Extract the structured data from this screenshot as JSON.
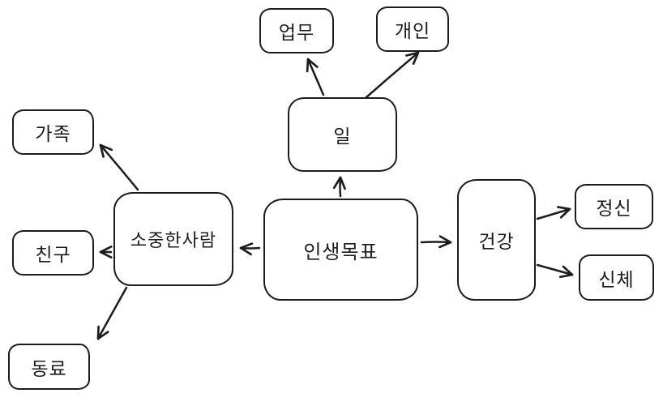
{
  "diagram": {
    "title": "mind-map",
    "colors": {
      "stroke": "#1c1c1c",
      "background": "#ffffff"
    },
    "nodes": {
      "center": {
        "label": "인생목표"
      },
      "work": {
        "label": "일"
      },
      "task": {
        "label": "업무"
      },
      "personal": {
        "label": "개인"
      },
      "people": {
        "label": "소중한사람"
      },
      "family": {
        "label": "가족"
      },
      "friend": {
        "label": "친구"
      },
      "colleague": {
        "label": "동료"
      },
      "health": {
        "label": "건강"
      },
      "mind": {
        "label": "정신"
      },
      "body": {
        "label": "신체"
      }
    },
    "edges": [
      {
        "from": "center",
        "to": "people"
      },
      {
        "from": "center",
        "to": "work"
      },
      {
        "from": "center",
        "to": "health"
      },
      {
        "from": "work",
        "to": "task"
      },
      {
        "from": "work",
        "to": "personal"
      },
      {
        "from": "people",
        "to": "family"
      },
      {
        "from": "people",
        "to": "friend"
      },
      {
        "from": "people",
        "to": "colleague"
      },
      {
        "from": "health",
        "to": "mind"
      },
      {
        "from": "health",
        "to": "body"
      }
    ]
  }
}
